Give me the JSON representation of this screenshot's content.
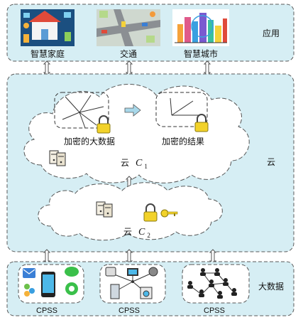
{
  "applications": {
    "section_label": "应用",
    "items": [
      {
        "label": "智慧家庭",
        "icon": "smart-home-icon"
      },
      {
        "label": "交通",
        "icon": "traffic-icon"
      },
      {
        "label": "智慧城市",
        "icon": "smart-city-icon"
      }
    ]
  },
  "cloud": {
    "section_label": "云",
    "c1": {
      "prefix": "云",
      "symbol": "C",
      "subscript": "1",
      "encrypted_data_label": "加密的大数据",
      "encrypted_result_label": "加密的结果"
    },
    "c2": {
      "prefix": "云",
      "symbol": "C",
      "subscript": "2"
    }
  },
  "bigdata": {
    "section_label": "大数据",
    "items": [
      {
        "label": "CPSS",
        "icon": "social-apps-icon"
      },
      {
        "label": "CPSS",
        "icon": "devices-icon"
      },
      {
        "label": "CPSS",
        "icon": "social-network-icon"
      }
    ]
  },
  "colors": {
    "panel_fill": "#d6eef4",
    "panel_stroke": "#5a5a5a",
    "lock_body": "#f2d22a",
    "arrow_fill": "#a8d8ea"
  }
}
